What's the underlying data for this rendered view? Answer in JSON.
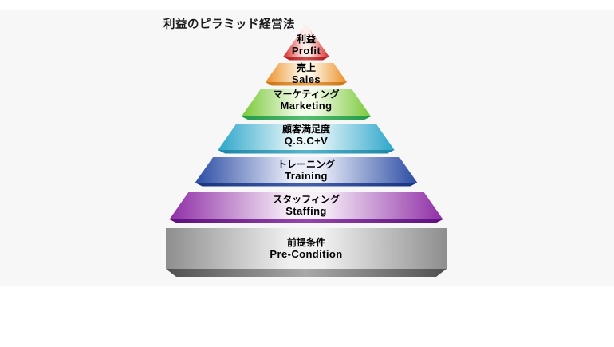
{
  "page": {
    "background": "#ffffff",
    "band_color": "#f7f7f7"
  },
  "title": "利益のピラミッド経営法",
  "pyramid": {
    "layers": [
      {
        "id": "profit",
        "jp": "利益",
        "en": "Profit",
        "edge": "#d92525",
        "center": "#fdeeea",
        "bevel": "#a81616",
        "bevel_light": "#d05050"
      },
      {
        "id": "sales",
        "jp": "売上",
        "en": "Sales",
        "edge": "#ec8f28",
        "center": "#fdf7e6",
        "bevel": "#c8740f",
        "bevel_light": "#eaa34e"
      },
      {
        "id": "marketing",
        "jp": "マーケティング",
        "en": "Marketing",
        "edge": "#79c838",
        "center": "#f3fbe9",
        "bevel": "#1f9c48",
        "bevel_light": "#56bd70"
      },
      {
        "id": "qscv",
        "jp": "顧客満足度",
        "en": "Q.S.C+V",
        "edge": "#2da6ca",
        "center": "#e9f7f9",
        "bevel": "#1b84a4",
        "bevel_light": "#55b4cc"
      },
      {
        "id": "training",
        "jp": "トレーニング",
        "en": "Training",
        "edge": "#2c4da4",
        "center": "#eceef9",
        "bevel": "#16337e",
        "bevel_light": "#4460ac"
      },
      {
        "id": "staffing",
        "jp": "スタッフィング",
        "en": "Staffing",
        "edge": "#8f2ea6",
        "center": "#f7eef8",
        "bevel": "#5c0f7e",
        "bevel_light": "#9346ab"
      },
      {
        "id": "precondition",
        "jp": "前提条件",
        "en": "Pre-Condition",
        "edge": "#8e8e8e",
        "center": "#f0f0f0",
        "bevel": "#4f4f4f",
        "bevel_light": "#a8a8a8"
      }
    ]
  }
}
